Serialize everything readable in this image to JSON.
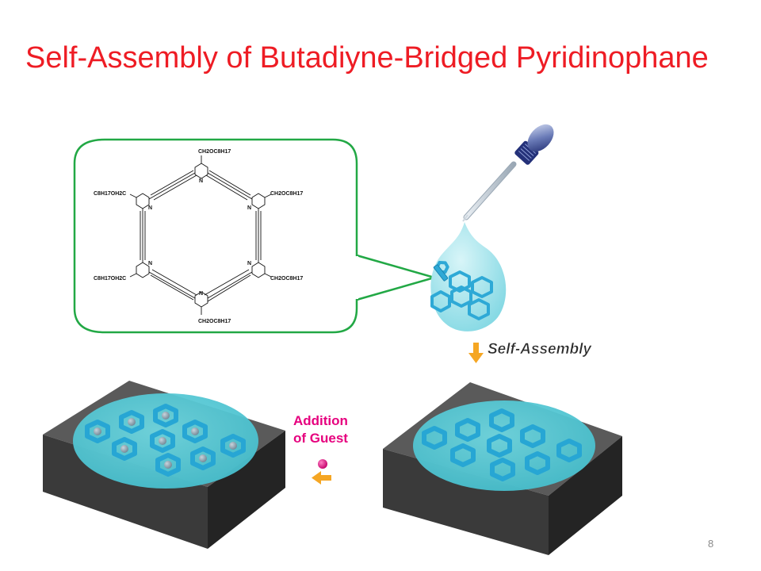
{
  "slide": {
    "title": "Self-Assembly of Butadiyne-Bridged Pyridinophane",
    "page_number": "8"
  },
  "molecule": {
    "substituent_top": "CH2OC8H17",
    "substituent_bottom": "CH2OC8H17",
    "substituent_upper_right": "CH2OC8H17",
    "substituent_lower_right": "CH2OC8H17",
    "substituent_upper_left": "C8H17OH2C",
    "substituent_lower_left": "C8H17OH2C",
    "nitrogen_label": "N"
  },
  "steps": {
    "self_assembly": "Self-Assembly",
    "addition_line1": "Addition",
    "addition_line2": "of Guest"
  },
  "colors": {
    "title": "#ee1c24",
    "callout_border": "#22a845",
    "droplet": "#8fdde6",
    "hexagon": "#2ea9d6",
    "film": "#4fc9d6",
    "substrate": "#555555",
    "arrow": "#f5a623",
    "guest": "#e6007e",
    "addition_text": "#e6007e"
  }
}
